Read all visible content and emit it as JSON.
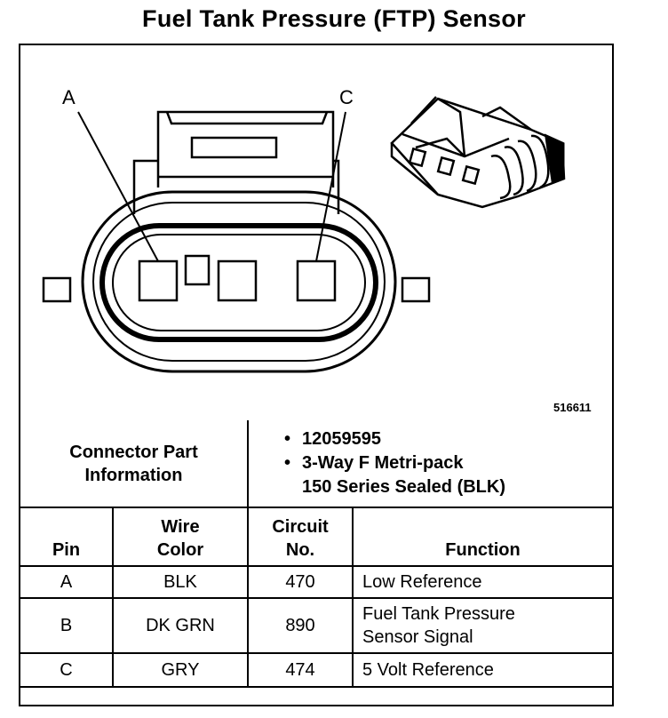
{
  "title": "Fuel Tank Pressure (FTP) Sensor",
  "diagram": {
    "pin_labels": [
      "A",
      "C"
    ],
    "figure_number": "516611"
  },
  "part_info": {
    "label_line1": "Connector Part",
    "label_line2": "Information",
    "bullets": [
      "12059595",
      "3-Way F Metri-pack",
      "150 Series Sealed (BLK)"
    ]
  },
  "table": {
    "headers": {
      "pin": "Pin",
      "wire_color_1": "Wire",
      "wire_color_2": "Color",
      "circuit_1": "Circuit",
      "circuit_2": "No.",
      "function": "Function"
    },
    "rows": [
      {
        "pin": "A",
        "wire_color": "BLK",
        "circuit": "470",
        "function_1": "Low Reference",
        "function_2": ""
      },
      {
        "pin": "B",
        "wire_color": "DK GRN",
        "circuit": "890",
        "function_1": "Fuel Tank Pressure",
        "function_2": "Sensor Signal"
      },
      {
        "pin": "C",
        "wire_color": "GRY",
        "circuit": "474",
        "function_1": "5 Volt Reference",
        "function_2": ""
      }
    ]
  }
}
